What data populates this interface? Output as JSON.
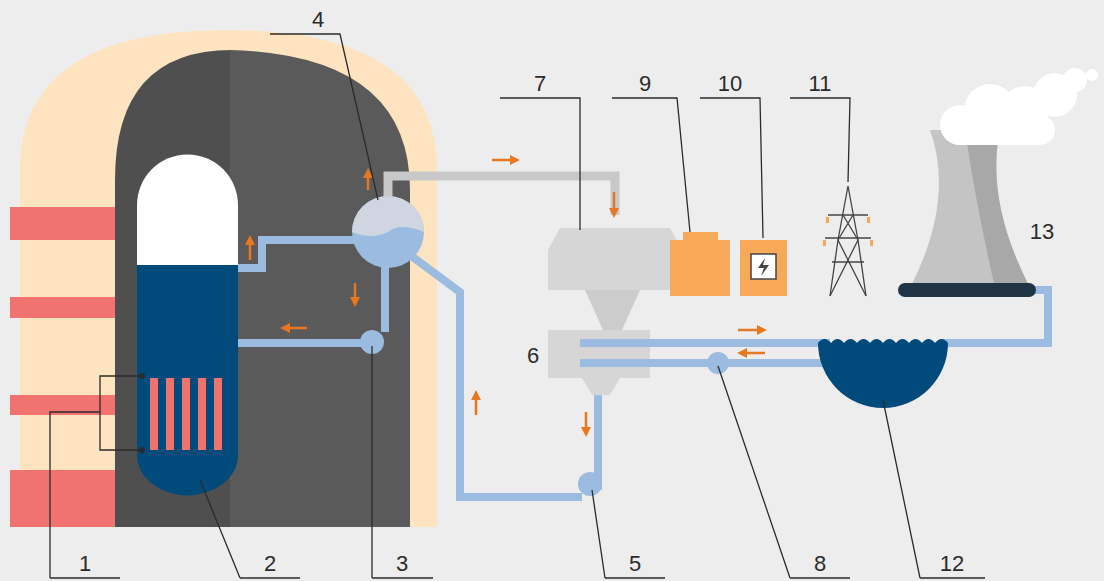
{
  "diagram": {
    "labels": [
      "4",
      "7",
      "9",
      "10",
      "11",
      "13",
      "6",
      "1",
      "2",
      "3",
      "5",
      "8",
      "12"
    ]
  }
}
